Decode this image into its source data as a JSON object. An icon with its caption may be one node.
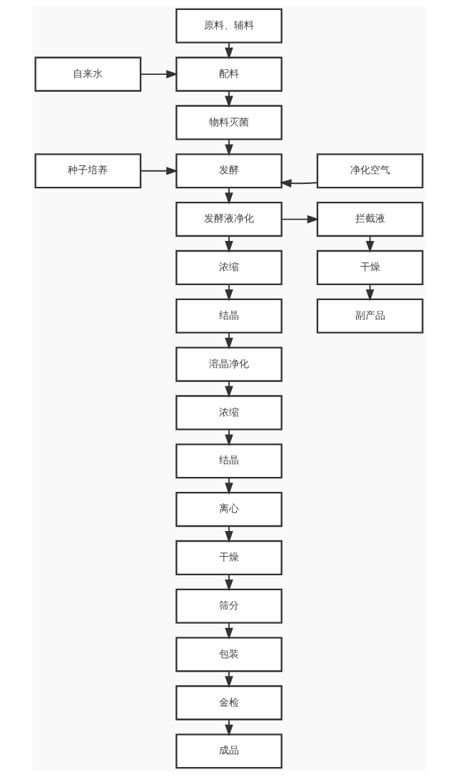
{
  "diagram": {
    "nodes": [
      {
        "text": [
          "原料、辅料"
        ]
      },
      {
        "text": [
          "自来水"
        ]
      },
      {
        "text": [
          "配料"
        ]
      },
      {
        "text": [
          "物料灭菌"
        ]
      },
      {
        "text": [
          "种子培养"
        ]
      },
      {
        "text": [
          "发酵"
        ]
      },
      {
        "text": [
          "净化空气"
        ]
      },
      {
        "text": [
          "发酵液净化"
        ]
      },
      {
        "text": [
          "拦截液"
        ]
      },
      {
        "text": [
          "浓缩"
        ]
      },
      {
        "text": [
          "干燥"
        ]
      },
      {
        "text": [
          "结晶"
        ]
      },
      {
        "text": [
          "副产品"
        ]
      },
      {
        "text": [
          "溶晶净化"
        ]
      },
      {
        "text": [
          "浓缩"
        ]
      },
      {
        "text": [
          "结晶"
        ]
      },
      {
        "text": [
          "离心"
        ]
      },
      {
        "text": [
          "干燥"
        ]
      },
      {
        "text": [
          "筛分"
        ]
      },
      {
        "text": [
          "包装"
        ]
      },
      {
        "text": [
          "金检"
        ]
      },
      {
        "text": [
          "成品"
        ]
      }
    ],
    "edges": [
      {
        "from": 0,
        "to": 2,
        "arrow": "to"
      },
      {
        "from": 1,
        "to": 2,
        "arrow": "to"
      },
      {
        "from": 2,
        "to": 3,
        "arrow": "to"
      },
      {
        "from": 3,
        "to": 5,
        "arrow": "to"
      },
      {
        "from": 4,
        "to": 5,
        "arrow": "to"
      },
      {
        "from": 6,
        "to": 5,
        "arrow": "to"
      },
      {
        "from": 5,
        "to": 7,
        "arrow": "to"
      },
      {
        "from": 7,
        "to": 8,
        "arrow": "to"
      },
      {
        "from": 7,
        "to": 9,
        "arrow": "to"
      },
      {
        "from": 8,
        "to": 10,
        "arrow": "to"
      },
      {
        "from": 10,
        "to": 12,
        "arrow": "to"
      },
      {
        "from": 9,
        "to": 11,
        "arrow": "to"
      },
      {
        "from": 11,
        "to": 13,
        "arrow": "to"
      },
      {
        "from": 13,
        "to": 14,
        "arrow": "to"
      },
      {
        "from": 14,
        "to": 15,
        "arrow": "to"
      },
      {
        "from": 15,
        "to": 16,
        "arrow": "to"
      },
      {
        "from": 16,
        "to": 17,
        "arrow": "to"
      },
      {
        "from": 17,
        "to": 18,
        "arrow": "to"
      },
      {
        "from": 18,
        "to": 19,
        "arrow": "to"
      },
      {
        "from": 19,
        "to": 20,
        "arrow": "to"
      },
      {
        "from": 20,
        "to": 21,
        "arrow": "to"
      }
    ]
  }
}
